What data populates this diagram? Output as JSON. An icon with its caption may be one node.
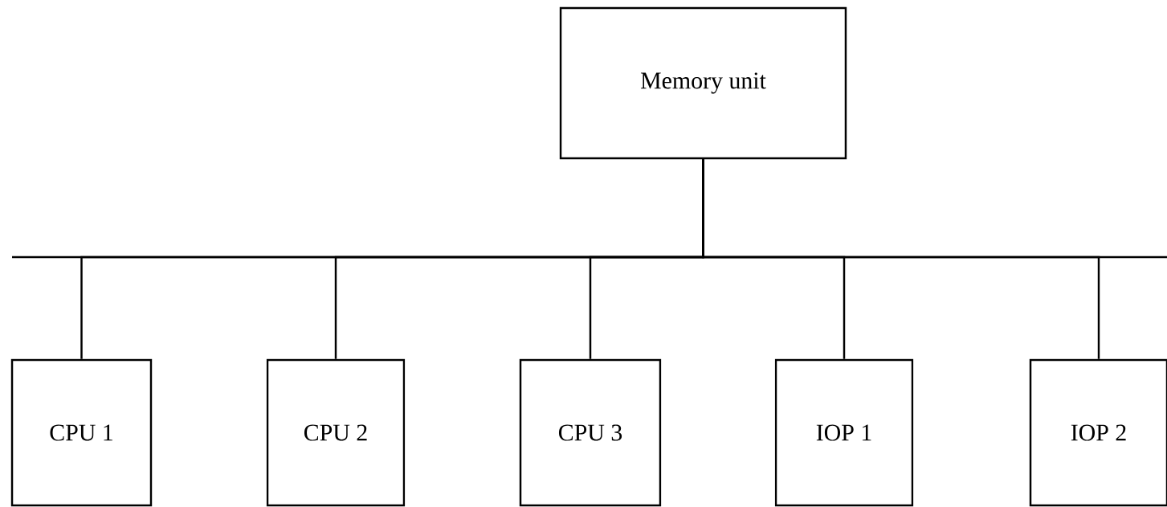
{
  "diagram": {
    "nodes": [
      {
        "text": [
          "Memory unit"
        ]
      },
      {
        "text": [
          "CPU 1"
        ]
      },
      {
        "text": [
          "CPU 2"
        ]
      },
      {
        "text": [
          "CPU 3"
        ]
      },
      {
        "text": [
          "IOP 1"
        ]
      },
      {
        "text": [
          "IOP 2"
        ]
      }
    ],
    "edges": [
      {
        "from": 0,
        "to": 1,
        "arrow": "none"
      },
      {
        "from": 0,
        "to": 2,
        "arrow": "none"
      },
      {
        "from": 0,
        "to": 3,
        "arrow": "none"
      },
      {
        "from": 0,
        "to": 4,
        "arrow": "none"
      },
      {
        "from": 0,
        "to": 5,
        "arrow": "none"
      }
    ]
  }
}
